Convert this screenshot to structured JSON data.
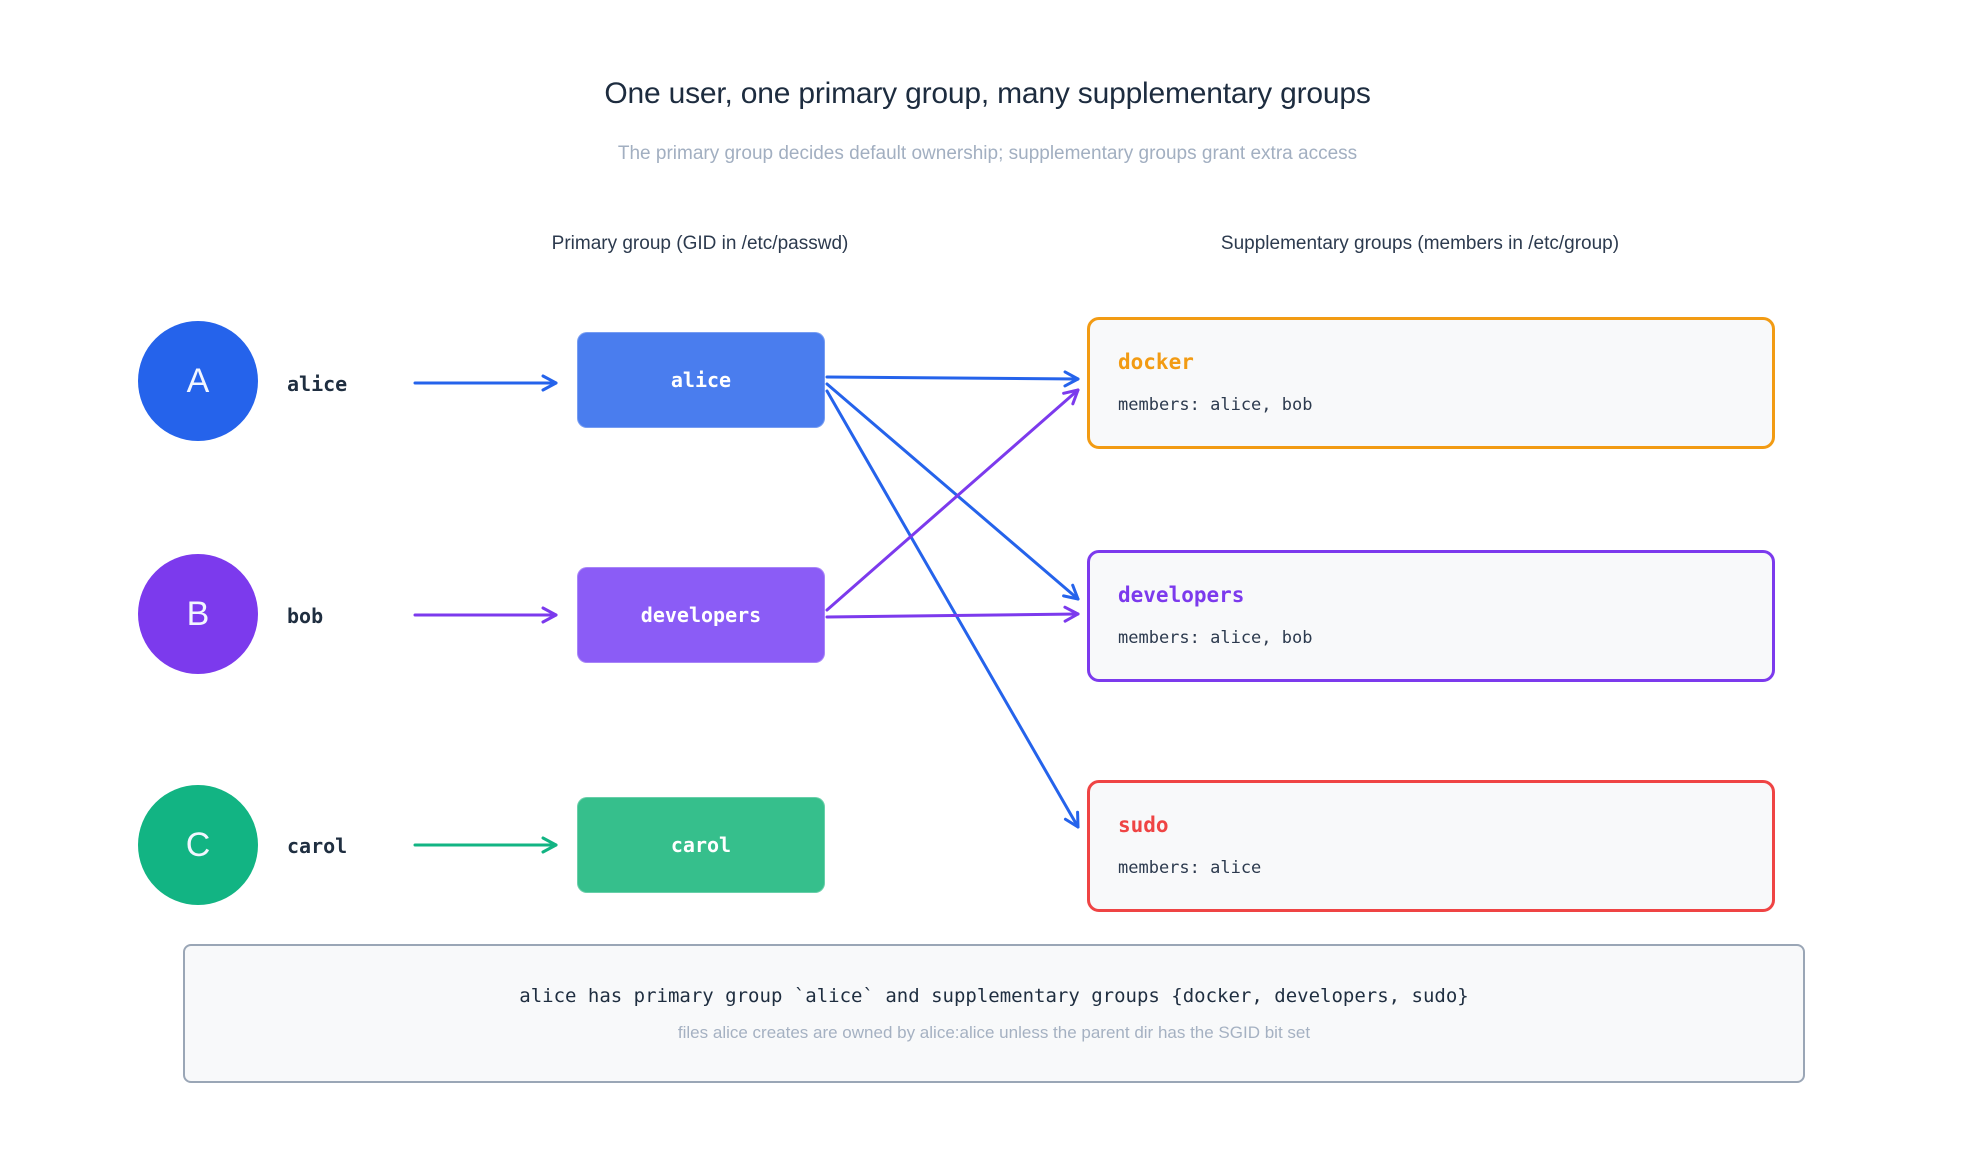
{
  "header": {
    "title": "One user, one primary group, many supplementary groups",
    "subtitle": "The primary group decides default ownership; supplementary groups grant extra access"
  },
  "columns": {
    "primary": "Primary group (GID in /etc/passwd)",
    "supplementary": "Supplementary groups (members in /etc/group)"
  },
  "users": [
    {
      "initial": "A",
      "name": "alice",
      "color": "#2563eb"
    },
    {
      "initial": "B",
      "name": "bob",
      "color": "#7c3aed"
    },
    {
      "initial": "C",
      "name": "carol",
      "color": "#12b483"
    }
  ],
  "primary_groups": [
    {
      "label": "alice",
      "color": "#4a7dee"
    },
    {
      "label": "developers",
      "color": "#8b5cf6"
    },
    {
      "label": "carol",
      "color": "#36bf8c"
    }
  ],
  "supplementary_groups": [
    {
      "name": "docker",
      "members": "members: alice, bob",
      "color": "#f29b13"
    },
    {
      "name": "developers",
      "members": "members: alice, bob",
      "color": "#7c3aed"
    },
    {
      "name": "sudo",
      "members": "members: alice",
      "color": "#ef4444"
    }
  ],
  "note": {
    "line1": "alice has primary group `alice` and supplementary groups {docker, developers, sudo}",
    "line2": "files alice creates are owned by alice:alice unless the parent dir has the SGID bit set"
  },
  "colors": {
    "arrow_blue": "#2563eb",
    "arrow_purple": "#7c3aed",
    "arrow_green": "#12b483"
  }
}
